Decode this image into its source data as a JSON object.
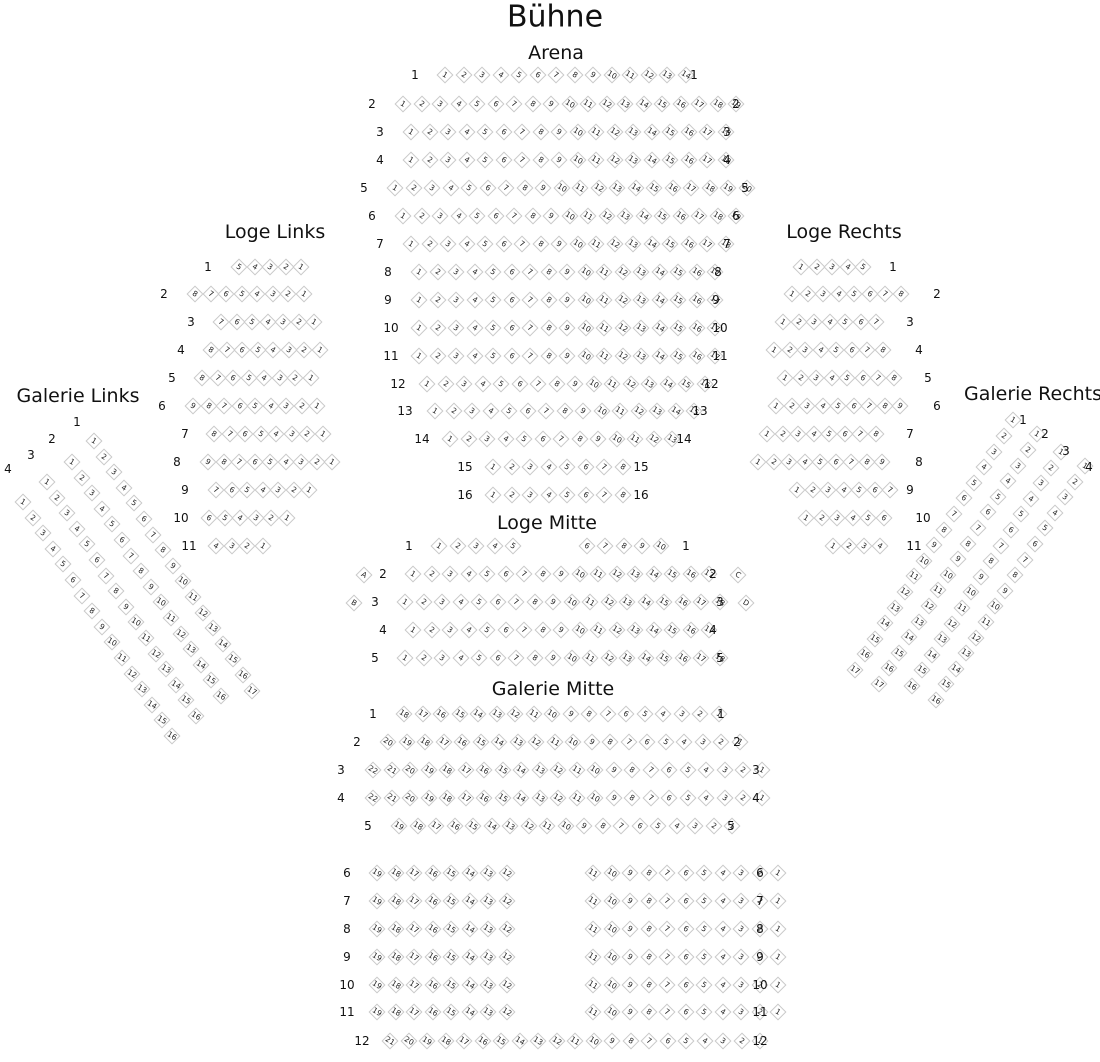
{
  "stage_label": "Bühne",
  "sections": [
    {
      "id": "arena",
      "title": "Arena",
      "rows": [
        {
          "label": "1",
          "seats": [
            1,
            2,
            3,
            4,
            5,
            6,
            7,
            8,
            9,
            10,
            11,
            12,
            13,
            14
          ]
        },
        {
          "label": "2",
          "seats": [
            1,
            2,
            3,
            4,
            5,
            6,
            7,
            8,
            9,
            10,
            11,
            12,
            13,
            14,
            15,
            16,
            17,
            18,
            19
          ]
        },
        {
          "label": "3",
          "seats": [
            1,
            2,
            3,
            4,
            5,
            6,
            7,
            8,
            9,
            10,
            11,
            12,
            13,
            14,
            15,
            16,
            17,
            18
          ]
        },
        {
          "label": "4",
          "seats": [
            1,
            2,
            3,
            4,
            5,
            6,
            7,
            8,
            9,
            10,
            11,
            12,
            13,
            14,
            15,
            16,
            17,
            18
          ]
        },
        {
          "label": "5",
          "seats": [
            1,
            2,
            3,
            4,
            5,
            6,
            7,
            8,
            9,
            10,
            11,
            12,
            13,
            14,
            15,
            16,
            17,
            18,
            19,
            20
          ]
        },
        {
          "label": "6",
          "seats": [
            1,
            2,
            3,
            4,
            5,
            6,
            7,
            8,
            9,
            10,
            11,
            12,
            13,
            14,
            15,
            16,
            17,
            18,
            19
          ]
        },
        {
          "label": "7",
          "seats": [
            1,
            2,
            3,
            4,
            5,
            6,
            7,
            8,
            9,
            10,
            11,
            12,
            13,
            14,
            15,
            16,
            17,
            18
          ]
        },
        {
          "label": "8",
          "seats": [
            1,
            2,
            3,
            4,
            5,
            6,
            7,
            8,
            9,
            10,
            11,
            12,
            13,
            14,
            15,
            16,
            17
          ]
        },
        {
          "label": "9",
          "seats": [
            1,
            2,
            3,
            4,
            5,
            6,
            7,
            8,
            9,
            10,
            11,
            12,
            13,
            14,
            15,
            16,
            17
          ]
        },
        {
          "label": "10",
          "seats": [
            1,
            2,
            3,
            4,
            5,
            6,
            7,
            8,
            9,
            10,
            11,
            12,
            13,
            14,
            15,
            16,
            17
          ]
        },
        {
          "label": "11",
          "seats": [
            1,
            2,
            3,
            4,
            5,
            6,
            7,
            8,
            9,
            10,
            11,
            12,
            13,
            14,
            15,
            16,
            17
          ]
        },
        {
          "label": "12",
          "seats": [
            1,
            2,
            3,
            4,
            5,
            6,
            7,
            8,
            9,
            10,
            11,
            12,
            13,
            14,
            15,
            16
          ]
        },
        {
          "label": "13",
          "seats": [
            1,
            2,
            3,
            4,
            5,
            6,
            7,
            8,
            9,
            10,
            11,
            12,
            13,
            14,
            15
          ]
        },
        {
          "label": "14",
          "seats": [
            1,
            2,
            3,
            4,
            5,
            6,
            7,
            8,
            9,
            10,
            11,
            12,
            13
          ]
        },
        {
          "label": "15",
          "seats": [
            1,
            2,
            3,
            4,
            5,
            6,
            7,
            8
          ]
        },
        {
          "label": "16",
          "seats": [
            1,
            2,
            3,
            4,
            5,
            6,
            7,
            8
          ]
        }
      ]
    },
    {
      "id": "loge-links",
      "title": "Loge Links",
      "rows": [
        {
          "label": "1",
          "seats": [
            5,
            4,
            3,
            2,
            1
          ]
        },
        {
          "label": "2",
          "seats": [
            8,
            7,
            6,
            5,
            4,
            3,
            2,
            1
          ]
        },
        {
          "label": "3",
          "seats": [
            7,
            6,
            5,
            4,
            3,
            2,
            1
          ]
        },
        {
          "label": "4",
          "seats": [
            8,
            7,
            6,
            5,
            4,
            3,
            2,
            1
          ]
        },
        {
          "label": "5",
          "seats": [
            8,
            7,
            6,
            5,
            4,
            3,
            2,
            1
          ]
        },
        {
          "label": "6",
          "seats": [
            9,
            8,
            7,
            6,
            5,
            4,
            3,
            2,
            1
          ]
        },
        {
          "label": "7",
          "seats": [
            8,
            7,
            6,
            5,
            4,
            3,
            2,
            1
          ]
        },
        {
          "label": "8",
          "seats": [
            9,
            8,
            7,
            6,
            5,
            4,
            3,
            2,
            1
          ]
        },
        {
          "label": "9",
          "seats": [
            7,
            6,
            5,
            4,
            3,
            2,
            1
          ]
        },
        {
          "label": "10",
          "seats": [
            6,
            5,
            4,
            3,
            2,
            1
          ]
        },
        {
          "label": "11",
          "seats": [
            4,
            3,
            2,
            1
          ]
        }
      ]
    },
    {
      "id": "loge-rechts",
      "title": "Loge Rechts",
      "rows": [
        {
          "label": "1",
          "seats": [
            1,
            2,
            3,
            4,
            5
          ]
        },
        {
          "label": "2",
          "seats": [
            1,
            2,
            3,
            4,
            5,
            6,
            7,
            8
          ]
        },
        {
          "label": "3",
          "seats": [
            1,
            2,
            3,
            4,
            5,
            6,
            7
          ]
        },
        {
          "label": "4",
          "seats": [
            1,
            2,
            3,
            4,
            5,
            6,
            7,
            8
          ]
        },
        {
          "label": "5",
          "seats": [
            1,
            2,
            3,
            4,
            5,
            6,
            7,
            8
          ]
        },
        {
          "label": "6",
          "seats": [
            1,
            2,
            3,
            4,
            5,
            6,
            7,
            8,
            9
          ]
        },
        {
          "label": "7",
          "seats": [
            1,
            2,
            3,
            4,
            5,
            6,
            7,
            8
          ]
        },
        {
          "label": "8",
          "seats": [
            1,
            2,
            3,
            4,
            5,
            6,
            7,
            8,
            9
          ]
        },
        {
          "label": "9",
          "seats": [
            1,
            2,
            3,
            4,
            5,
            6,
            7
          ]
        },
        {
          "label": "10",
          "seats": [
            1,
            2,
            3,
            4,
            5,
            6
          ]
        },
        {
          "label": "11",
          "seats": [
            1,
            2,
            3,
            4
          ]
        }
      ]
    },
    {
      "id": "loge-mitte",
      "title": "Loge Mitte",
      "rows": [
        {
          "label": "1",
          "seats": [
            1,
            2,
            3,
            4,
            5,
            6,
            7,
            8,
            9,
            10
          ]
        },
        {
          "label": "2",
          "seats": [
            1,
            2,
            3,
            4,
            5,
            6,
            7,
            8,
            9,
            10,
            11,
            12,
            13,
            14,
            15,
            16,
            17
          ]
        },
        {
          "label": "3",
          "seats": [
            1,
            2,
            3,
            4,
            5,
            6,
            7,
            8,
            9,
            10,
            11,
            12,
            13,
            14,
            15,
            16,
            17,
            18
          ]
        },
        {
          "label": "4",
          "seats": [
            1,
            2,
            3,
            4,
            5,
            6,
            7,
            8,
            9,
            10,
            11,
            12,
            13,
            14,
            15,
            16,
            17
          ]
        },
        {
          "label": "5",
          "seats": [
            1,
            2,
            3,
            4,
            5,
            6,
            7,
            8,
            9,
            10,
            11,
            12,
            13,
            14,
            15,
            16,
            17,
            18
          ]
        }
      ],
      "extra_seats": [
        "A",
        "B",
        "C",
        "D"
      ]
    },
    {
      "id": "galerie-links",
      "title": "Galerie Links",
      "rows": [
        {
          "label": "1",
          "seats": [
            1,
            2,
            3,
            4,
            5,
            6,
            7,
            8,
            9,
            10,
            11,
            12,
            13,
            14,
            15,
            16,
            17
          ]
        },
        {
          "label": "2",
          "seats": [
            1,
            2,
            3,
            4,
            5,
            6,
            7,
            8,
            9,
            10,
            11,
            12,
            13,
            14,
            15,
            16
          ]
        },
        {
          "label": "3",
          "seats": [
            1,
            2,
            3,
            4,
            5,
            6,
            7,
            8,
            9,
            10,
            11,
            12,
            13,
            14,
            15,
            16
          ]
        },
        {
          "label": "4",
          "seats": [
            1,
            2,
            3,
            4,
            5,
            6,
            7,
            8,
            9,
            10,
            11,
            12,
            13,
            14,
            15,
            16
          ]
        }
      ]
    },
    {
      "id": "galerie-rechts",
      "title": "Galerie Rechts",
      "rows": [
        {
          "label": "1",
          "seats": [
            17,
            16,
            15,
            14,
            13,
            12,
            11,
            10,
            9,
            8,
            7,
            6,
            5,
            4,
            3,
            2,
            1
          ]
        },
        {
          "label": "2",
          "seats": [
            17,
            16,
            15,
            14,
            13,
            12,
            11,
            10,
            9,
            8,
            7,
            6,
            5,
            4,
            3,
            2,
            1
          ]
        },
        {
          "label": "3",
          "seats": [
            16,
            15,
            14,
            13,
            12,
            11,
            10,
            9,
            8,
            7,
            6,
            5,
            4,
            3,
            2,
            1
          ]
        },
        {
          "label": "4",
          "seats": [
            16,
            15,
            14,
            13,
            12,
            11,
            10,
            9,
            8,
            7,
            6,
            5,
            4,
            3,
            2,
            1
          ]
        }
      ]
    },
    {
      "id": "galerie-mitte",
      "title": "Galerie Mitte",
      "rows": [
        {
          "label": "1",
          "seats": [
            18,
            17,
            16,
            15,
            14,
            13,
            12,
            11,
            10,
            9,
            8,
            7,
            6,
            5,
            4,
            3,
            2,
            1
          ]
        },
        {
          "label": "2",
          "seats": [
            20,
            19,
            18,
            17,
            16,
            15,
            14,
            13,
            12,
            11,
            10,
            9,
            8,
            7,
            6,
            5,
            4,
            3,
            2,
            1
          ]
        },
        {
          "label": "3",
          "seats": [
            22,
            21,
            20,
            19,
            18,
            17,
            16,
            15,
            14,
            13,
            12,
            11,
            10,
            9,
            8,
            7,
            6,
            5,
            4,
            3,
            2,
            1
          ]
        },
        {
          "label": "4",
          "seats": [
            22,
            21,
            20,
            19,
            18,
            17,
            16,
            15,
            14,
            13,
            12,
            11,
            10,
            9,
            8,
            7,
            6,
            5,
            4,
            3,
            2,
            1
          ]
        },
        {
          "label": "5",
          "seats": [
            19,
            18,
            17,
            16,
            15,
            14,
            13,
            12,
            11,
            10,
            9,
            8,
            7,
            6,
            5,
            4,
            3,
            2,
            1
          ]
        },
        {
          "label": "6",
          "seats": [
            19,
            18,
            17,
            16,
            15,
            14,
            13,
            12,
            11,
            10,
            9,
            8,
            7,
            6,
            5,
            4,
            3,
            2,
            1
          ]
        },
        {
          "label": "7",
          "seats": [
            19,
            18,
            17,
            16,
            15,
            14,
            13,
            12,
            11,
            10,
            9,
            8,
            7,
            6,
            5,
            4,
            3,
            2,
            1
          ]
        },
        {
          "label": "8",
          "seats": [
            19,
            18,
            17,
            16,
            15,
            14,
            13,
            12,
            11,
            10,
            9,
            8,
            7,
            6,
            5,
            4,
            3,
            2,
            1
          ]
        },
        {
          "label": "9",
          "seats": [
            19,
            18,
            17,
            16,
            15,
            14,
            13,
            12,
            11,
            10,
            9,
            8,
            7,
            6,
            5,
            4,
            3,
            2,
            1
          ]
        },
        {
          "label": "10",
          "seats": [
            19,
            18,
            17,
            16,
            15,
            14,
            13,
            12,
            11,
            10,
            9,
            8,
            7,
            6,
            5,
            4,
            3,
            2,
            1
          ]
        },
        {
          "label": "11",
          "seats": [
            19,
            18,
            17,
            16,
            15,
            14,
            13,
            12,
            11,
            10,
            9,
            8,
            7,
            6,
            5,
            4,
            3,
            2,
            1
          ]
        },
        {
          "label": "12",
          "seats": [
            21,
            20,
            19,
            18,
            17,
            16,
            15,
            14,
            13,
            12,
            11,
            10,
            9,
            8,
            7,
            6,
            5,
            4,
            3,
            2,
            1
          ]
        }
      ]
    }
  ]
}
